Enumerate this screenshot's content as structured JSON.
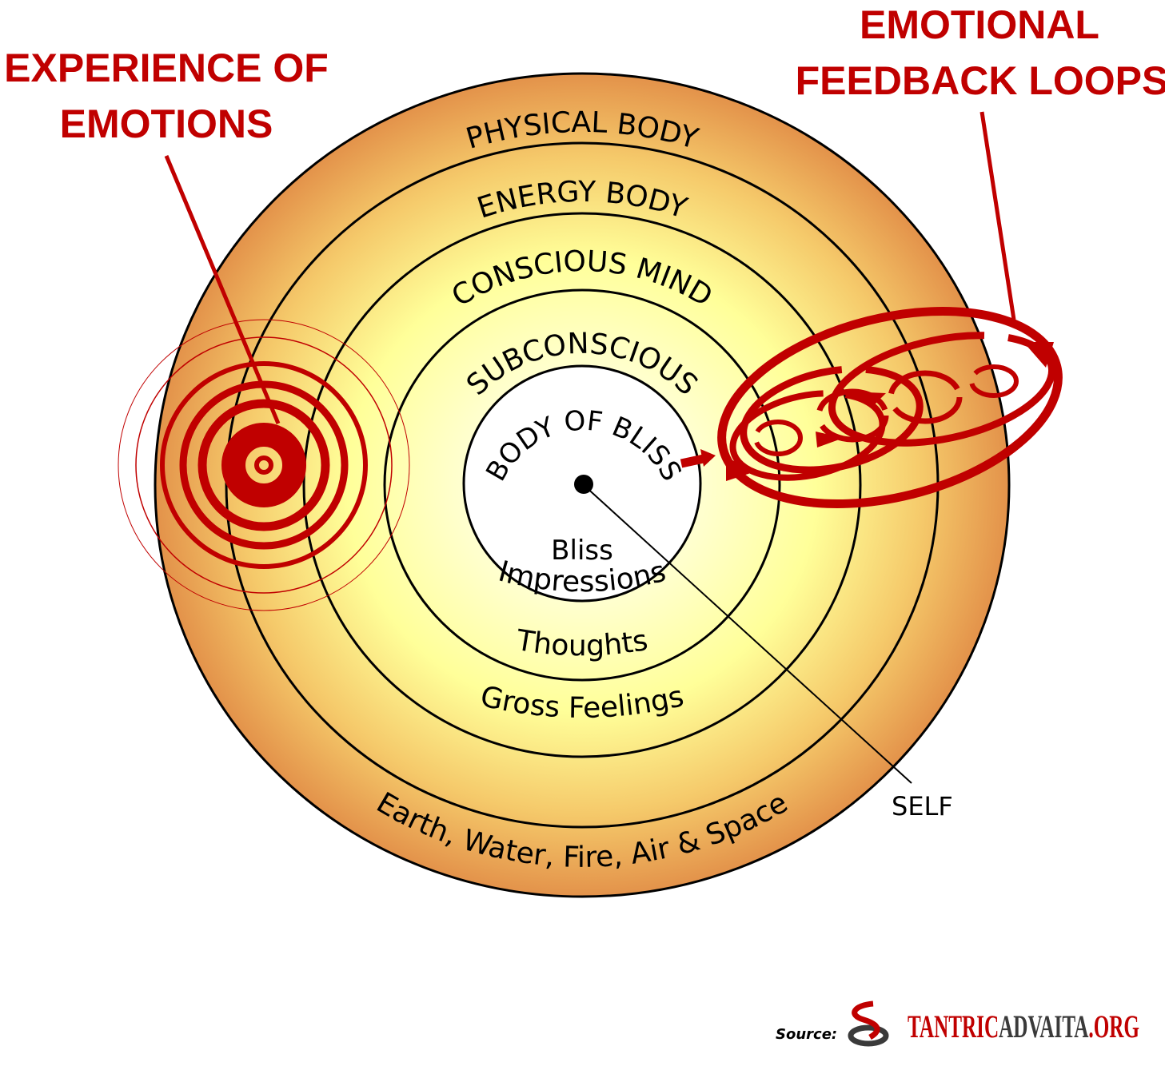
{
  "callouts": {
    "experience_line1": "EXPERIENCE OF",
    "experience_line2": "EMOTIONS",
    "feedback_line1": "EMOTIONAL",
    "feedback_line2": "FEEDBACK LOOPS"
  },
  "layers": {
    "physical": "PHYSICAL BODY",
    "energy": "ENERGY BODY",
    "conscious": "CONSCIOUS MIND",
    "subconscious": "SUBCONSCIOUS",
    "bliss_body": "BODY OF BLISS",
    "bliss": "Bliss",
    "impressions": "Impressions",
    "thoughts": "Thoughts",
    "gross_feelings": "Gross Feelings",
    "elements": "Earth, Water, Fire, Air & Space"
  },
  "self_label": "SELF",
  "source": {
    "label": "Source:",
    "logo_red_1": "TANTRIC",
    "logo_dark": "ADVAITA",
    "logo_red_2": ".ORG"
  },
  "colors": {
    "accent_red": "#c00000",
    "outer_orange": "#e3924a",
    "mid_yellow": "#ffff99",
    "center_white": "#ffffff",
    "logo_dark": "#3a3a3a"
  }
}
